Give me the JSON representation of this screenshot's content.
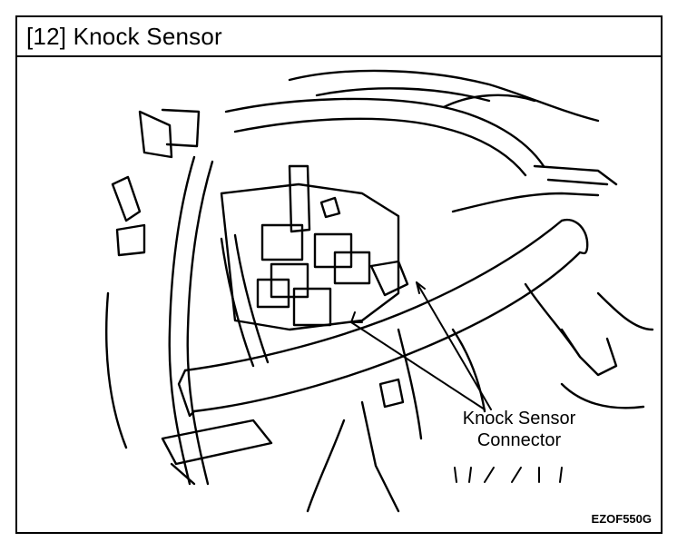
{
  "header": {
    "title": "[12] Knock Sensor"
  },
  "callout": {
    "line1": "Knock Sensor",
    "line2": "Connector"
  },
  "figure": {
    "code": "EZOF550G"
  }
}
